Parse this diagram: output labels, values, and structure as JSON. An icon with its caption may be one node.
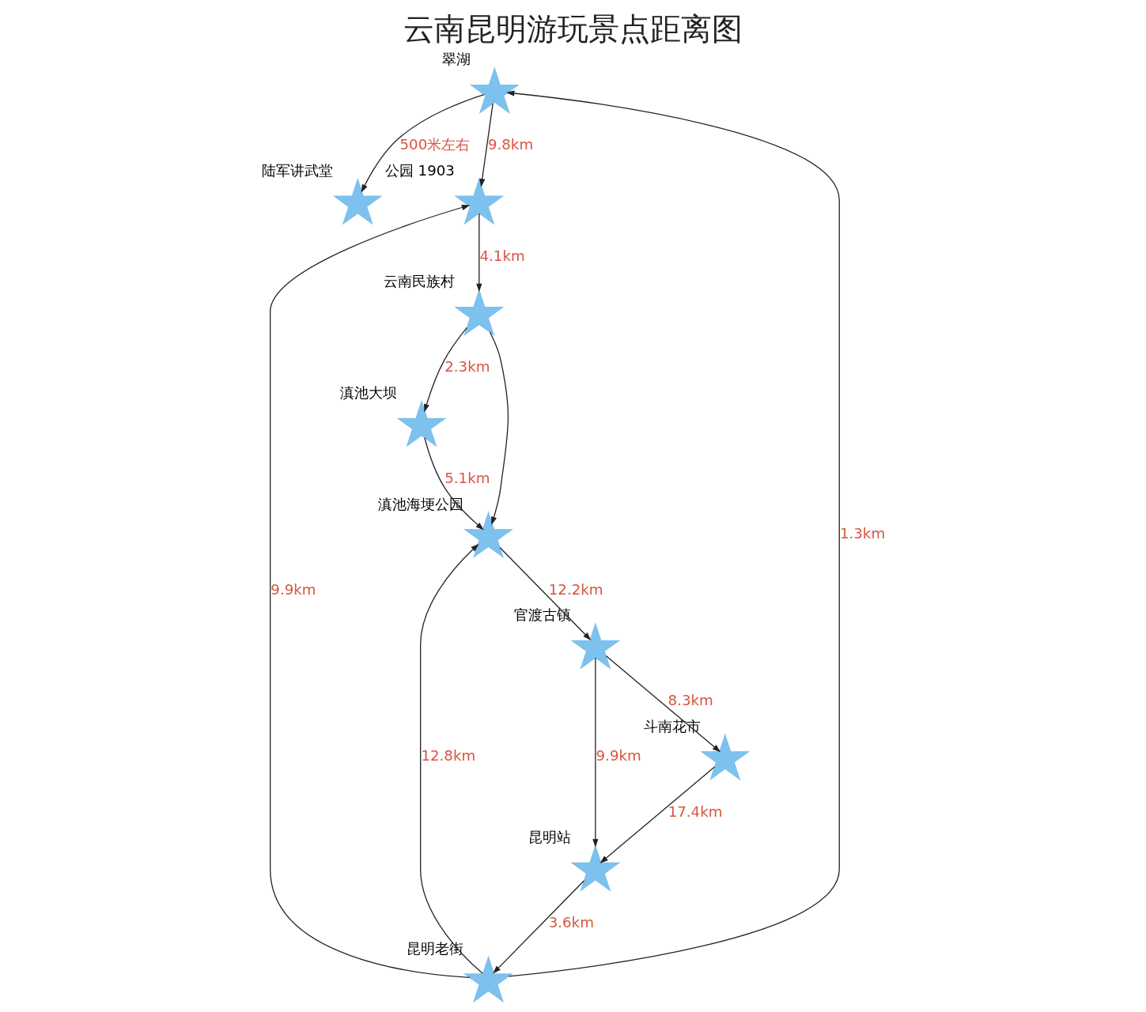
{
  "diagram": {
    "title": "云南昆明游玩景点距离图",
    "nodes": [
      {
        "text": [
          "陆军讲武堂"
        ]
      },
      {
        "text": [
          "翠湖"
        ]
      },
      {
        "text": [
          "昆明老街"
        ]
      },
      {
        "text": [
          "昆明站"
        ]
      },
      {
        "text": [
          "公园 1903"
        ]
      },
      {
        "text": [
          "斗南花市"
        ]
      },
      {
        "text": [
          "云南民族村"
        ]
      },
      {
        "text": [
          "官渡古镇"
        ]
      },
      {
        "text": [
          "滇池大坝"
        ]
      },
      {
        "text": [
          "滇池海埂公园"
        ]
      }
    ],
    "edges": [
      {
        "from": 1,
        "to": 0,
        "arrow": "to",
        "label": "500米左右"
      },
      {
        "from": 2,
        "to": 1,
        "arrow": "to",
        "label": "1.3km"
      },
      {
        "from": 3,
        "to": 2,
        "arrow": "to",
        "label": "3.6km"
      },
      {
        "from": 1,
        "to": 4,
        "arrow": "to",
        "label": "9.8km"
      },
      {
        "from": 2,
        "to": 4,
        "arrow": "to",
        "label": "9.9km"
      },
      {
        "from": 2,
        "to": 9,
        "arrow": "to",
        "label": "12.8km"
      },
      {
        "from": 4,
        "to": 6,
        "arrow": "to",
        "label": "4.1km"
      },
      {
        "from": 6,
        "to": 8,
        "arrow": "to",
        "label": "2.3km"
      },
      {
        "from": 6,
        "to": 9,
        "arrow": "to"
      },
      {
        "from": 8,
        "to": 9,
        "arrow": "to",
        "label": "5.1km"
      },
      {
        "from": 9,
        "to": 7,
        "arrow": "to",
        "label": "12.2km"
      },
      {
        "from": 7,
        "to": 5,
        "arrow": "to",
        "label": "8.3km"
      },
      {
        "from": 7,
        "to": 3,
        "arrow": "to",
        "label": "9.9km"
      },
      {
        "from": 5,
        "to": 3,
        "arrow": "to",
        "label": "17.4km"
      }
    ]
  }
}
